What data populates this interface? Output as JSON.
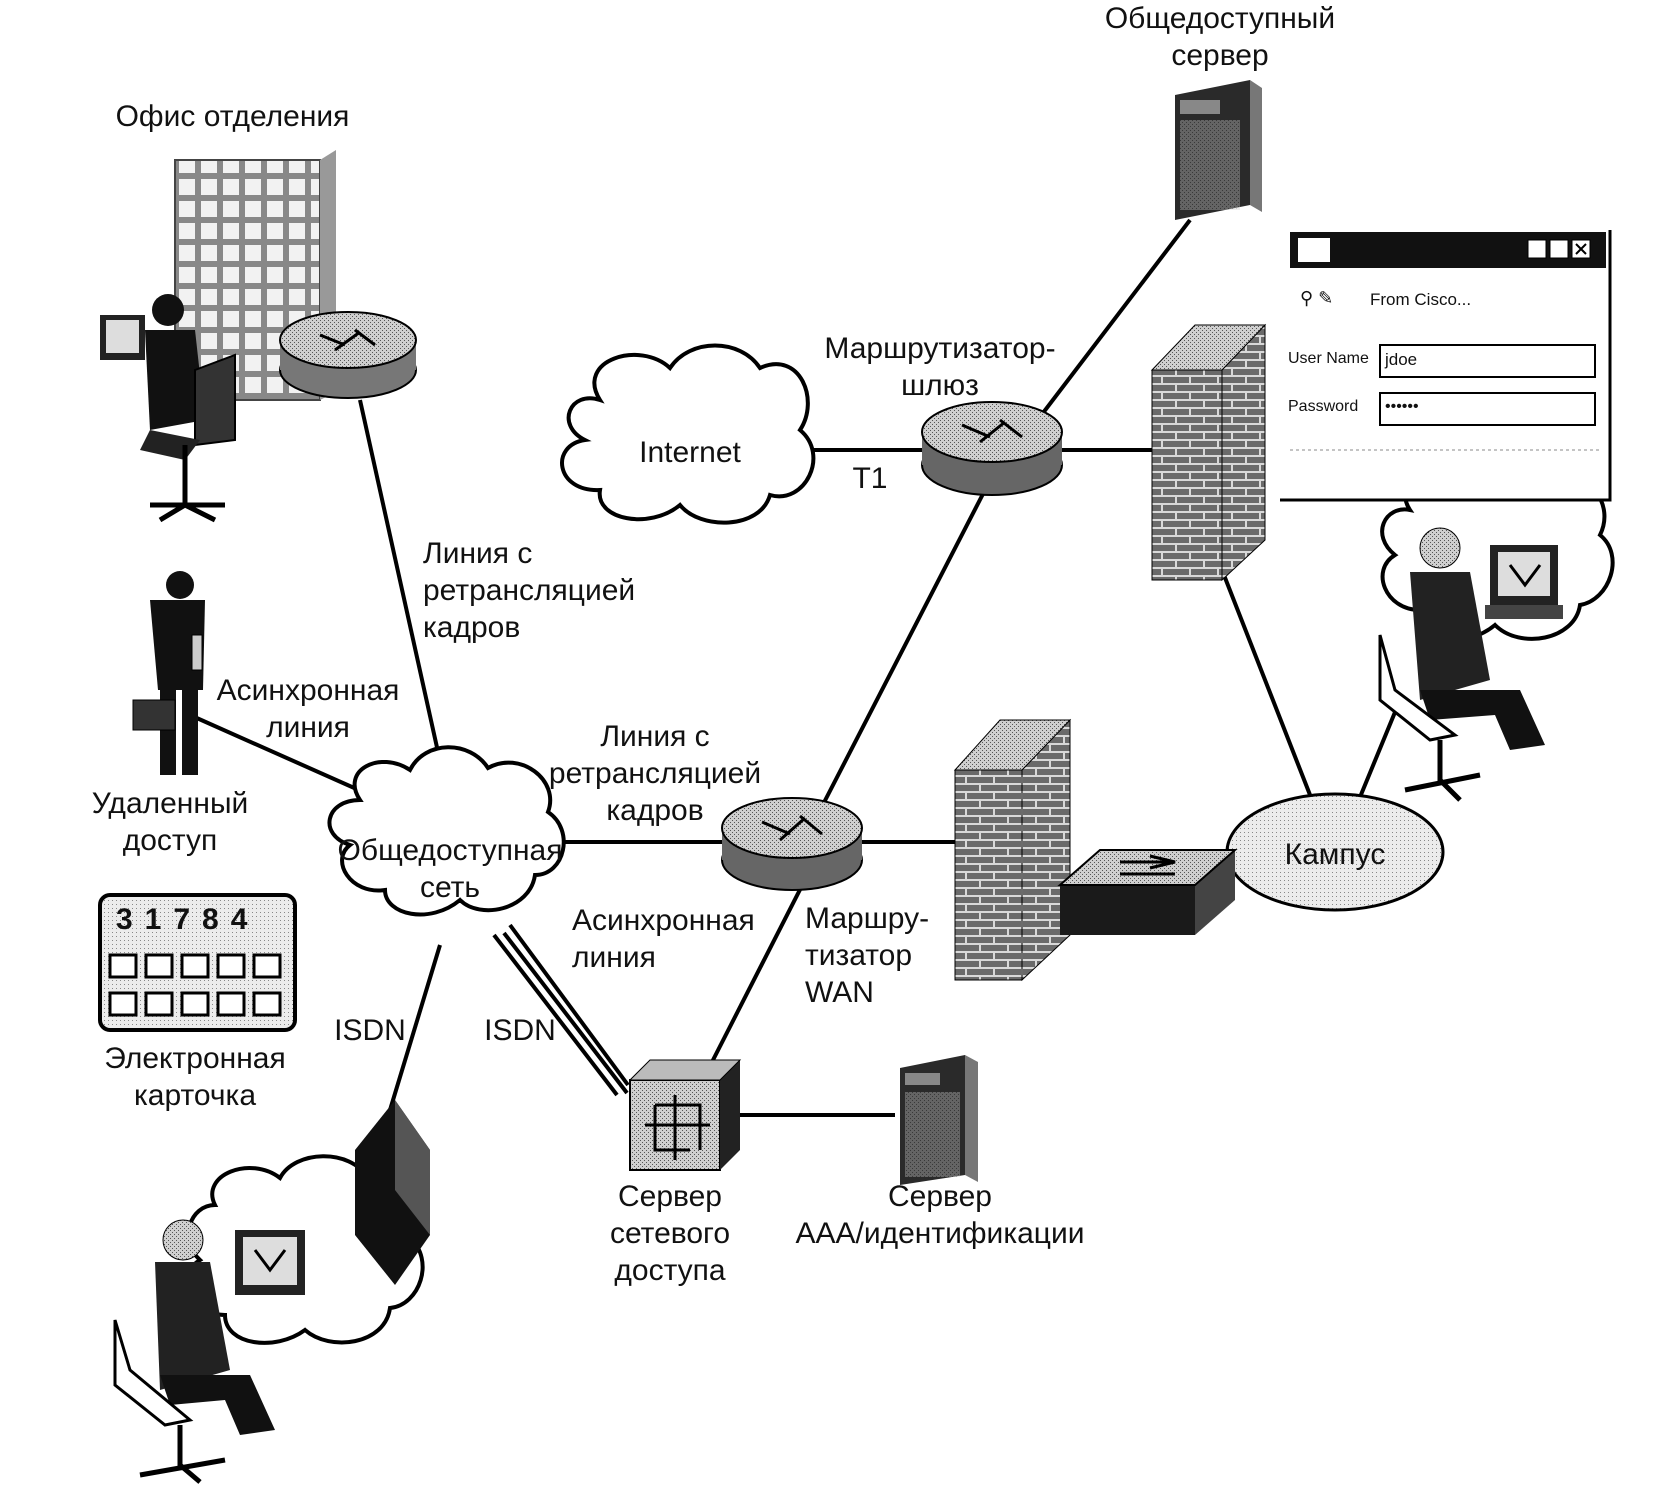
{
  "labels": {
    "public_server": [
      "Общедоступный",
      "сервер"
    ],
    "branch_office": [
      "Офис отделения"
    ],
    "gateway_router": [
      "Маршрутизатор-",
      "шлюз"
    ],
    "internet": [
      "Internet"
    ],
    "t1": [
      "T1"
    ],
    "frame_relay_top": [
      "Линия с",
      "ретрансляцией",
      "кадров"
    ],
    "async_line_left": [
      "Асинхронная",
      "линия"
    ],
    "remote_access": [
      "Удаленный",
      "доступ"
    ],
    "frame_relay_mid": [
      "Линия с",
      "ретрансляцией",
      "кадров"
    ],
    "public_network": [
      "Общедоступная",
      "сеть"
    ],
    "campus": [
      "Кампус"
    ],
    "async_line_mid": [
      "Асинхронная",
      "линия"
    ],
    "wan_router": [
      "Маршру-",
      "тизатор",
      "WAN"
    ],
    "isdn_left": [
      "ISDN"
    ],
    "isdn_mid": [
      "ISDN"
    ],
    "smart_card": [
      "Электронная",
      "карточка"
    ],
    "nas": [
      "Сервер",
      "сетевого",
      "доступа"
    ],
    "aaa_server": [
      "Сервер",
      "AAA/идентификации"
    ]
  },
  "token_card": {
    "digits": "31784"
  },
  "login_window": {
    "from_text": "From Cisco...",
    "username_label": "User Name",
    "username_value": "jdoe",
    "password_label": "Password",
    "password_value": "••••••"
  }
}
